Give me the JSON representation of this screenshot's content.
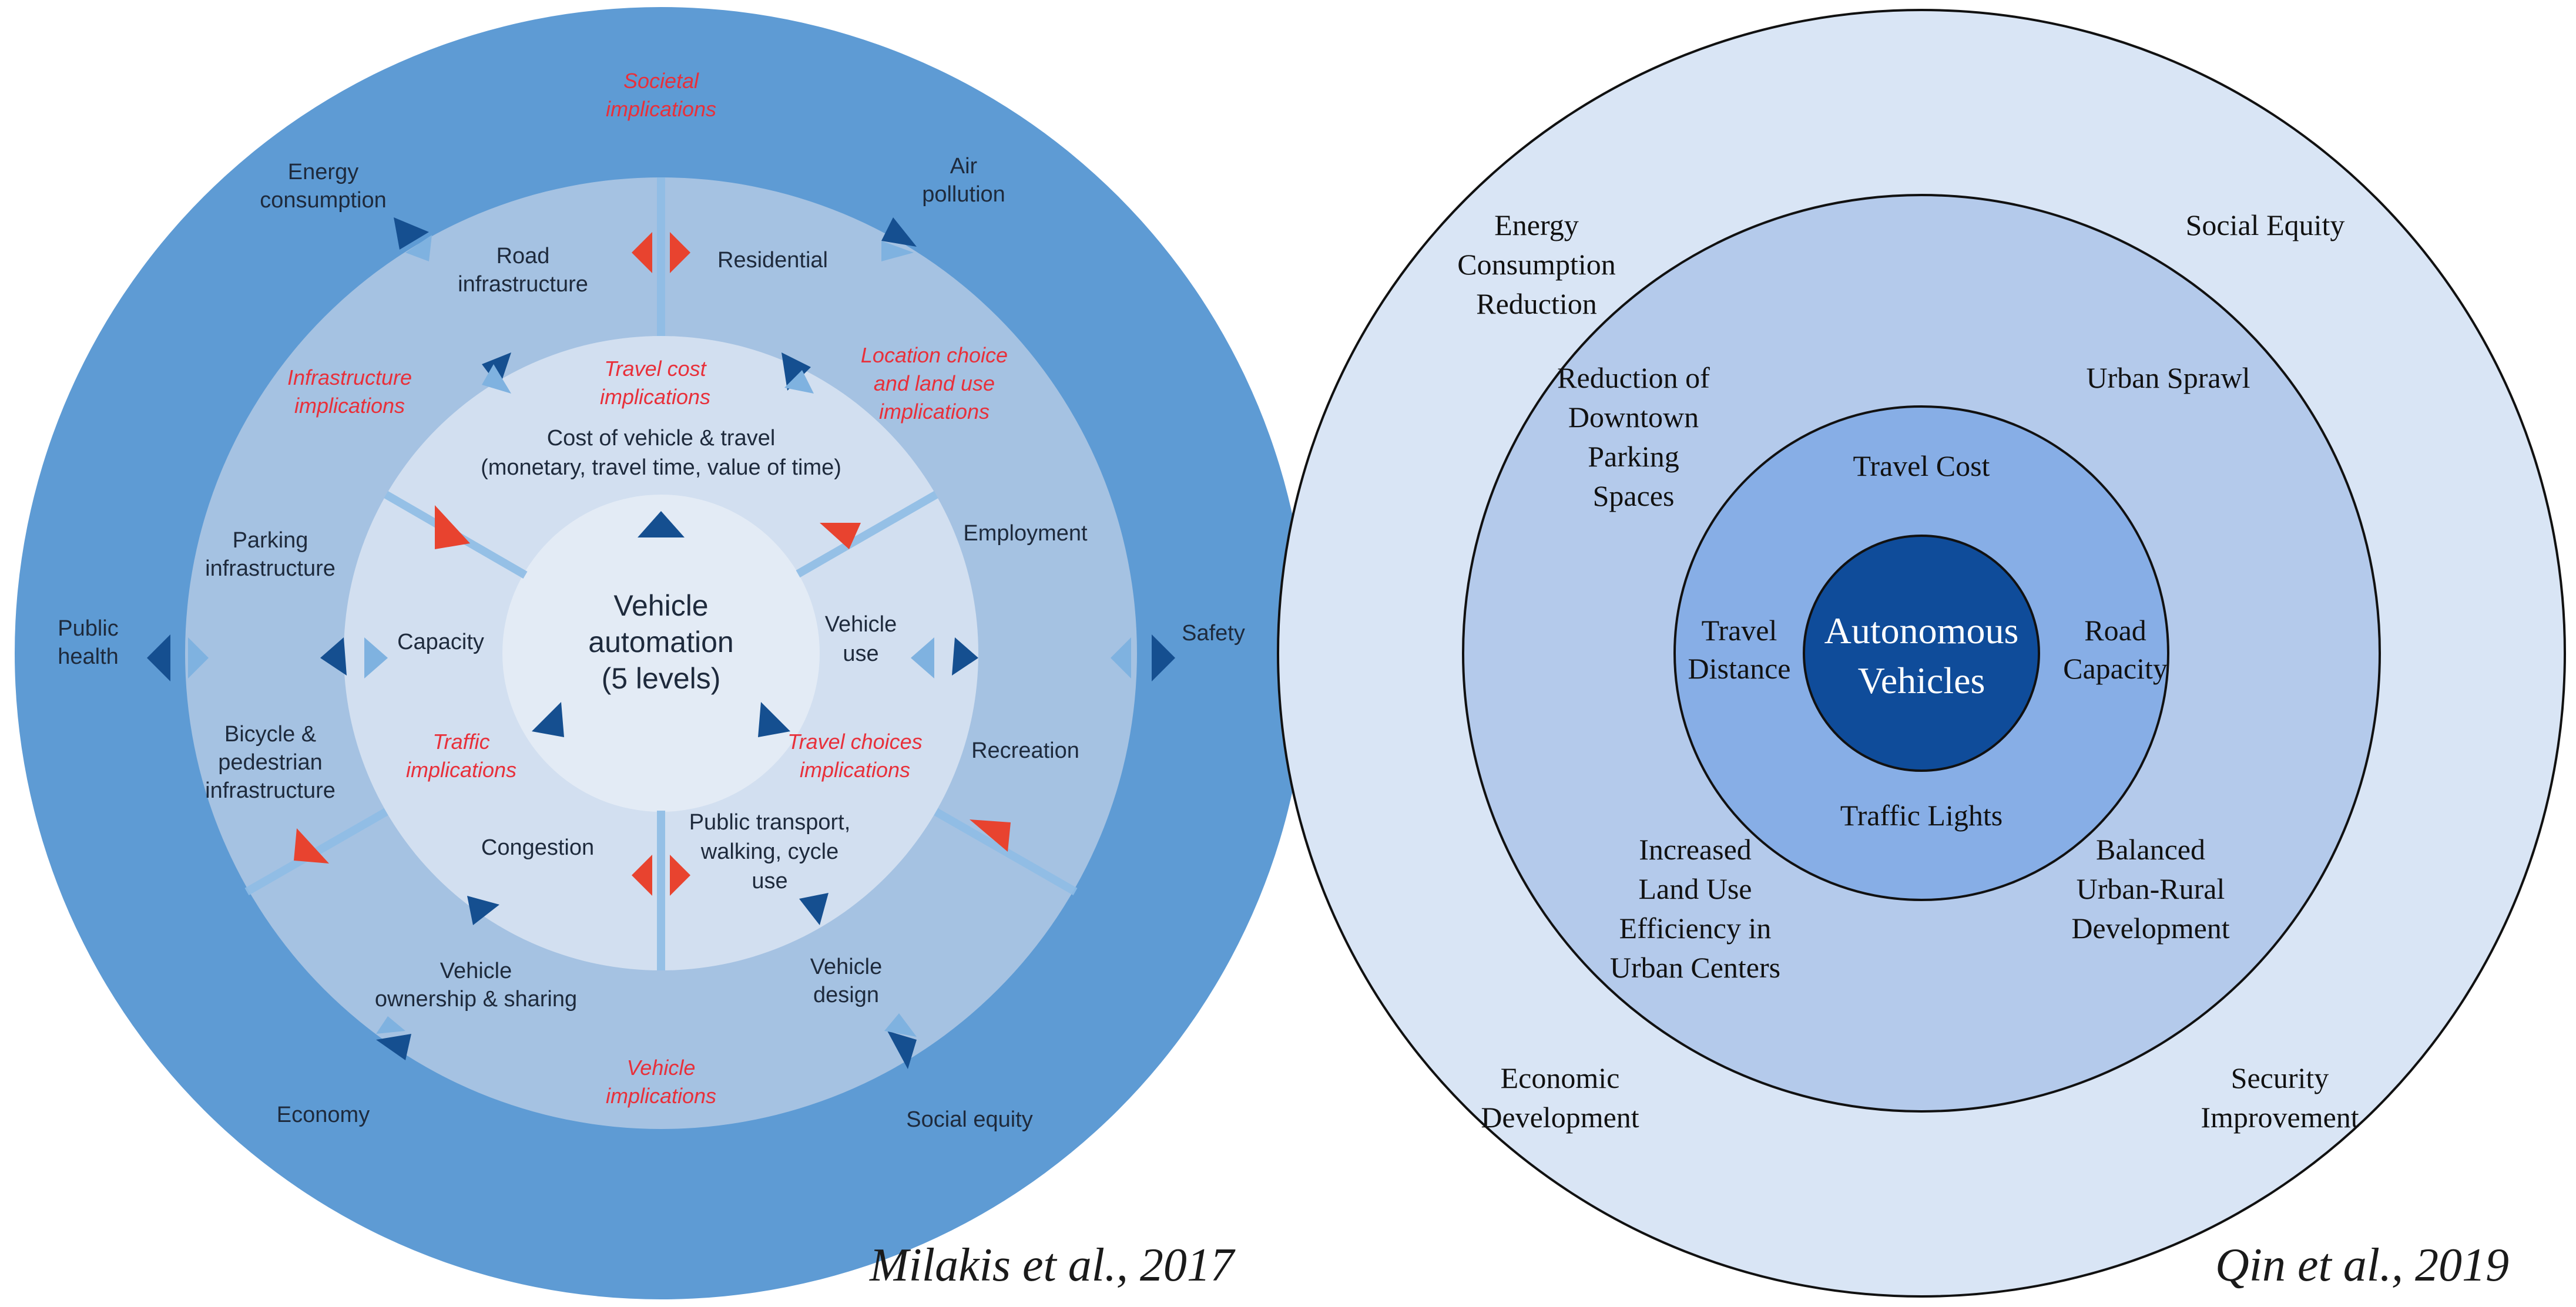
{
  "left": {
    "center": [
      "Vehicle",
      "automation",
      "(5 levels)"
    ],
    "inner_ring": {
      "top": [
        "Cost of vehicle & travel",
        "(monetary, travel time, value of time)"
      ],
      "left": [
        "Capacity"
      ],
      "right": [
        "Vehicle",
        "use"
      ],
      "bottom_left": [
        "Congestion"
      ],
      "bottom_right": [
        "Public transport,",
        "walking, cycle",
        "use"
      ]
    },
    "implications": {
      "travel_cost": [
        "Travel cost",
        "implications"
      ],
      "infrastructure": [
        "Infrastructure",
        "implications"
      ],
      "location": [
        "Location choice",
        "and land use",
        "implications"
      ],
      "traffic": [
        "Traffic",
        "implications"
      ],
      "travel_choices": [
        "Travel choices",
        "implications"
      ],
      "vehicle": [
        "Vehicle",
        "implications"
      ],
      "societal": [
        "Societal",
        "implications"
      ]
    },
    "middle_ring": {
      "road_infrastructure": [
        "Road",
        "infrastructure"
      ],
      "residential": [
        "Residential"
      ],
      "parking": [
        "Parking",
        "infrastructure"
      ],
      "employment": [
        "Employment"
      ],
      "bicycle": [
        "Bicycle &",
        "pedestrian",
        "infrastructure"
      ],
      "recreation": [
        "Recreation"
      ],
      "ownership": [
        "Vehicle",
        "ownership & sharing"
      ],
      "design": [
        "Vehicle",
        "design"
      ]
    },
    "outer_ring": {
      "energy": [
        "Energy",
        "consumption"
      ],
      "air": [
        "Air",
        "pollution"
      ],
      "public_health": [
        "Public",
        "health"
      ],
      "safety": [
        "Safety"
      ],
      "economy": [
        "Economy"
      ],
      "social_equity": [
        "Social equity"
      ]
    },
    "citation": "Milakis et al., 2017",
    "colors": {
      "outer": "#5e9bd4",
      "middle": "#a5c2e2",
      "inner": "#d2dff0",
      "core": "#e3ebf5",
      "marker_dark": "#154f90",
      "marker_light": "#7fb2e0",
      "marker_red": "#e8432f"
    }
  },
  "right": {
    "center": [
      "Autonomous",
      "Vehicles"
    ],
    "ring1": {
      "top": "Travel Cost",
      "left": [
        "Travel",
        "Distance"
      ],
      "right": [
        "Road",
        "Capacity"
      ],
      "bottom": "Traffic Lights"
    },
    "ring2": {
      "top_left": [
        "Reduction of",
        "Downtown",
        "Parking",
        "Spaces"
      ],
      "top_right": "Urban Sprawl",
      "bottom_left": [
        "Increased",
        "Land Use",
        "Efficiency in",
        "Urban Centers"
      ],
      "bottom_right": [
        "Balanced",
        "Urban-Rural",
        "Development"
      ]
    },
    "ring3": {
      "top_left": [
        "Energy",
        "Consumption",
        "Reduction"
      ],
      "top_right": "Social Equity",
      "bottom_left": [
        "Economic",
        "Development"
      ],
      "bottom_right": [
        "Security",
        "Improvement"
      ]
    },
    "citation": "Qin et al., 2019",
    "colors": {
      "outer": "#d9e5f5",
      "middle": "#b4caeb",
      "inner": "#87aee6",
      "core": "#0f4c9a",
      "core_text": "#ffffff"
    }
  }
}
